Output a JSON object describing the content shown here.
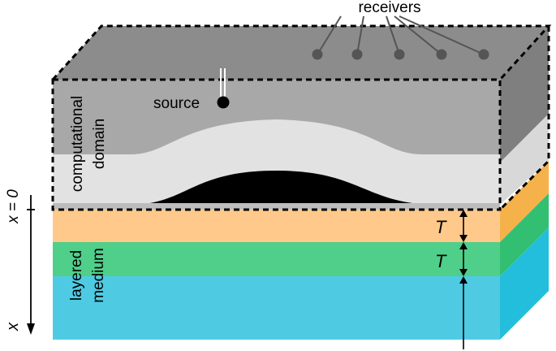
{
  "labels": {
    "receivers": "receivers",
    "source": "source",
    "computational_domain_line1": "computational",
    "computational_domain_line2": "domain",
    "layered_medium_line1": "layered",
    "layered_medium_line2": "medium",
    "thickness_1": "T",
    "thickness_2": "T",
    "axis_origin": "x = 0",
    "axis_name": "x"
  },
  "receiver_count": 5,
  "colors": {
    "top_face": "#8a8a8a",
    "domain_upper": "#a8a8a8",
    "domain_lower": "#e2e2e2",
    "anomaly": "#000000",
    "layer_orange": "#ffc98b",
    "layer_green": "#4fcf8a",
    "layer_blue": "#4ecbe3",
    "side_orange": "#f5b24a",
    "side_green": "#33bf72",
    "side_blue": "#23bedb"
  }
}
